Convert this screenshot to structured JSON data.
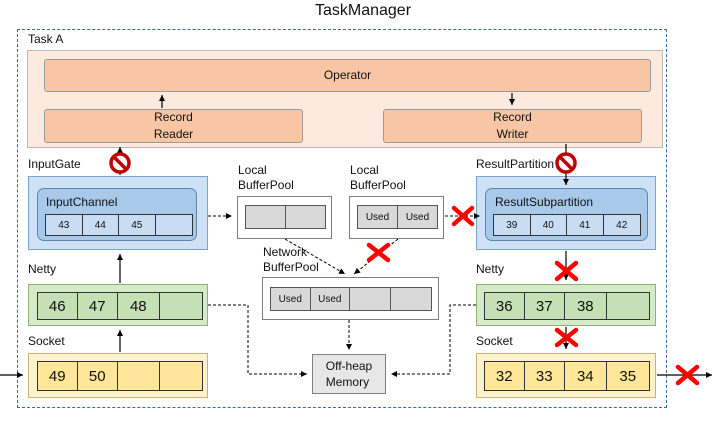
{
  "title": "TaskManager",
  "task_label": "Task A",
  "operator": {
    "label": "Operator",
    "reader": "Record\nReader",
    "writer": "Record\nWriter"
  },
  "input_side": {
    "gate_label": "InputGate",
    "channel_label": "InputChannel",
    "channel_buffers": [
      "43",
      "44",
      "45",
      ""
    ],
    "netty_label": "Netty",
    "netty_buffers": [
      "46",
      "47",
      "48",
      ""
    ],
    "socket_label": "Socket",
    "socket_buffers": [
      "49",
      "50",
      "",
      ""
    ]
  },
  "output_side": {
    "partition_label": "ResultPartition",
    "subpartition_label": "ResultSubpartition",
    "subpartition_buffers": [
      "39",
      "40",
      "41",
      "42"
    ],
    "netty_label": "Netty",
    "netty_buffers": [
      "36",
      "37",
      "38",
      ""
    ],
    "socket_label": "Socket",
    "socket_buffers": [
      "32",
      "33",
      "34",
      "35"
    ]
  },
  "local_pool_left": {
    "label": "Local\nBufferPool",
    "segments": [
      "",
      ""
    ]
  },
  "local_pool_right": {
    "label": "Local\nBufferPool",
    "segments": [
      "Used",
      "Used"
    ]
  },
  "network_pool": {
    "label": "Network\nBufferPool",
    "segments": [
      "Used",
      "Used",
      "",
      ""
    ]
  },
  "offheap": {
    "label": "Off-heap\nMemory"
  },
  "icons": {
    "blocked": "no-entry-sign",
    "cross": "red-x-cross"
  },
  "colors": {
    "operator_panel": "#fde9de",
    "operator_box": "#f8c6a4",
    "input_output_panel": "#cfe2f5",
    "channel_box": "#a9c9ea",
    "netty_green": "#c5e0b4",
    "socket_yellow": "#ffe699",
    "block_red": "#c00000",
    "cross_red": "#ff0000"
  }
}
